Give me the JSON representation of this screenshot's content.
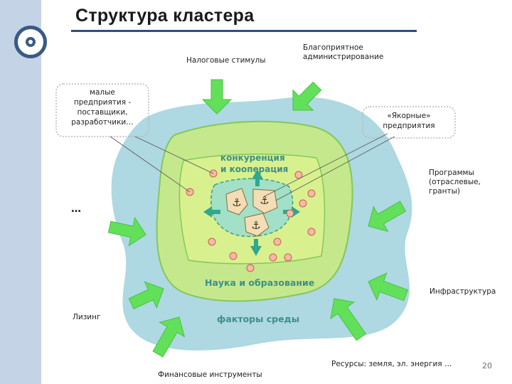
{
  "title": "Структура кластера",
  "labels": {
    "tax_incentives": "Налоговые стимулы",
    "admin": "Благоприятное\nадминистрирование",
    "small_enterprises": "малые\nпредприятия -\nпоставщики,\nразработчики…",
    "anchor_enterprises": "«Якорные»\nпредприятия",
    "programs": "Программы\n(отраслевые,\nгранты)",
    "ellipsis": "…",
    "infrastructure": "Инфраструктура",
    "leasing": "Лизинг",
    "resources": "Ресурсы: земля, эл. энергия …",
    "financial": "Финансовые инструменты"
  },
  "zones": {
    "competition": "конкуренция\nи кооперация",
    "science": "Наука и образование",
    "environment": "факторы среды"
  },
  "page_number": "20",
  "colors": {
    "outer_zone": "#aed8e2",
    "middle_zone": "#c5e88d",
    "inner_zone": "#d9f08f",
    "core_zone": "#a2e0c8",
    "arrow_fill": "#62e05a",
    "zone_text": "#3f8f86",
    "accent_blue": "#3a5a85"
  },
  "icons": [
    "anchor-icon",
    "anchor-icon",
    "anchor-icon"
  ]
}
